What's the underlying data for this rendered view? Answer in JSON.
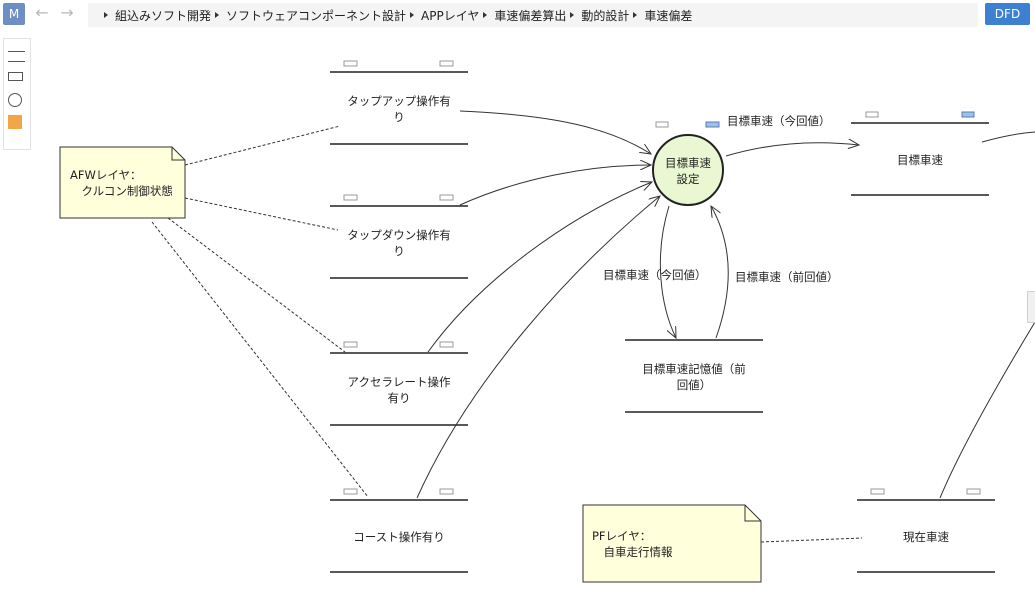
{
  "app": {
    "icon_letter": "M",
    "mode_button": "DFD"
  },
  "breadcrumb": [
    "組込みソフト開発",
    "ソフトウェアコンポーネント設計",
    "APPレイヤ",
    "車速偏差算出",
    "動的設計",
    "車速偏差"
  ],
  "nodes": {
    "tap_up": [
      "タップアップ操作有",
      "り"
    ],
    "tap_down": [
      "タップダウン操作有",
      "り"
    ],
    "accelerate": [
      "アクセラレート操作",
      "有り"
    ],
    "coast": [
      "コースト操作有り"
    ],
    "target_speed_store": [
      "目標車速"
    ],
    "target_memory_store": [
      "目標車速記憶値（前",
      "回値）"
    ],
    "current_speed_store": [
      "現在車速"
    ]
  },
  "process": {
    "line1": "目標車速",
    "line2": "設定"
  },
  "notes": {
    "afw": [
      "AFWレイヤ：",
      "　クルコン制御状態"
    ],
    "pf": [
      "PFレイヤ：",
      "　自車走行情報"
    ]
  },
  "flows": {
    "out_target": "目標車速（今回値）",
    "to_memory": "目標車速（今回値）",
    "from_memory": "目標車速（前回値）"
  },
  "colors": {
    "accent": "#3d7fd1",
    "process_fill": "#e9f7d2",
    "note_fill": "#ffffdc",
    "port_fill": "#9cc0ec"
  }
}
